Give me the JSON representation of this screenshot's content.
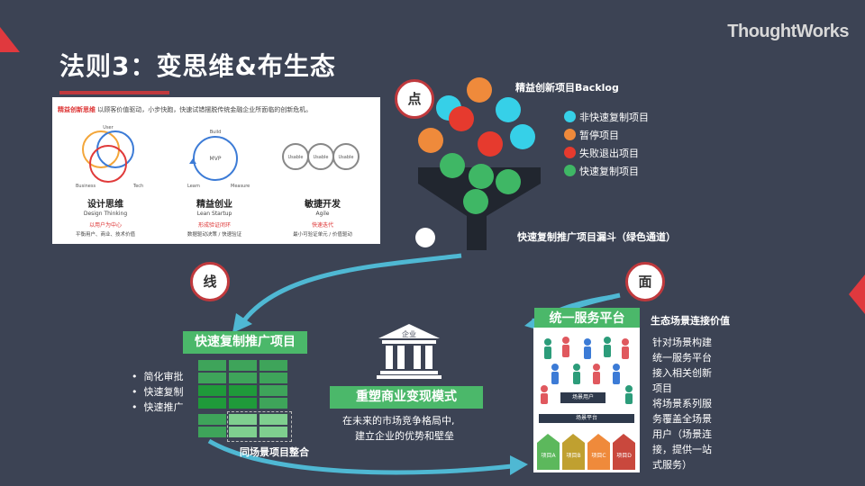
{
  "brand": "ThoughtWorks",
  "slide_title": "法则3：变思维&布生态",
  "left_panel": {
    "intro_highlight": "精益创新思维",
    "intro_text": "以顾客价值驱动，小步快跑，快速试错摆脱传统金融企业所面临的创新危机。",
    "columns": [
      {
        "title": "设计思维",
        "subtitle": "Design Thinking",
        "red": "以用户为中心",
        "small": "平衡用户、商业、技术价值",
        "diagram_labels": [
          "User",
          "Business",
          "Tech"
        ]
      },
      {
        "title": "精益创业",
        "subtitle": "Lean Startup",
        "red": "形成验证闭环",
        "small": "数据驱动决策 / 快速验证",
        "diagram_labels": [
          "Build",
          "MVP",
          "Learn",
          "Measure"
        ]
      },
      {
        "title": "敏捷开发",
        "subtitle": "Agile",
        "red": "快速迭代",
        "small": "最小可验证单元 / 价值驱动",
        "diagram_labels": [
          "Usable",
          "Usable",
          "Usable"
        ]
      }
    ]
  },
  "badges": {
    "point": "点",
    "line": "线",
    "surface": "面"
  },
  "backlog": {
    "title": "精益创新项目Backlog",
    "legend": [
      {
        "label": "非快速复制项目",
        "color": "#36d0e8"
      },
      {
        "label": "暂停项目",
        "color": "#ef8a3b"
      },
      {
        "label": "失败退出项目",
        "color": "#e63a2e"
      },
      {
        "label": "快速复制项目",
        "color": "#3fb765"
      }
    ],
    "funnel_label": "快速复制推广项目漏斗（绿色通道）"
  },
  "rapid": {
    "title": "快速复制推广项目",
    "bullets": [
      "简化审批",
      "快速复制",
      "快速推广"
    ],
    "merge_label": "同场景项目整合"
  },
  "business": {
    "title": "重塑商业变现模式",
    "building_label": "企业",
    "desc_line1": "在未来的市场竞争格局中,",
    "desc_line2": "建立企业的优势和壁垒"
  },
  "platform": {
    "title": "统一服务平台",
    "eco_title": "生态场景连接价值",
    "users_label": "场景用户",
    "bar_label": "场景平台",
    "projects": [
      "项目A",
      "项目B",
      "项目C",
      "项目D"
    ],
    "project_colors": [
      "#5cb85c",
      "#c0a030",
      "#ef8a3b",
      "#c9483d"
    ],
    "description": "针对场景构建\n统一服务平台\n接入相关创新\n项目\n将场景系列服\n务覆盖全场景\n用户（场景连\n接，提供一站\n式服务）"
  }
}
